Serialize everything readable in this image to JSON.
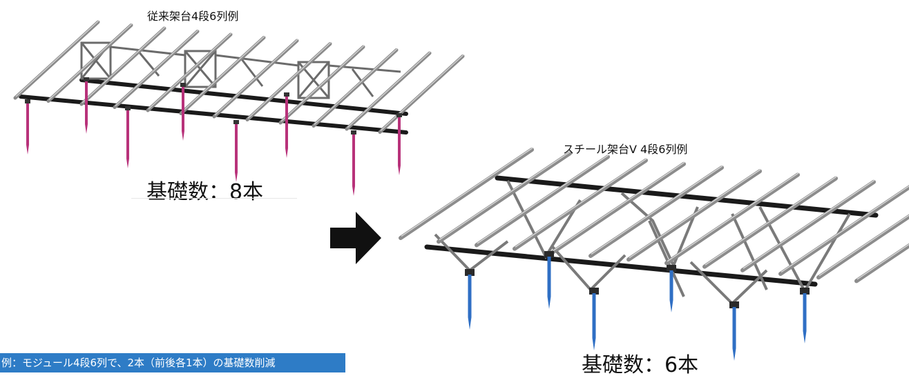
{
  "old_rack": {
    "caption": "従来架台4段6列例",
    "foundation_count": "基礎数：8本",
    "pile_color": "#b8327a"
  },
  "new_rack": {
    "caption": "スチール架台V 4段6列例",
    "foundation_count": "基礎数：6本",
    "pile_color": "#2f6fc4"
  },
  "arrow": {
    "icon": "right-arrow-icon",
    "color": "#111111"
  },
  "note": {
    "text": "例：モジュール4段6列で、2本（前後各1本）の基礎数削減",
    "background": "#2e7cc6"
  }
}
